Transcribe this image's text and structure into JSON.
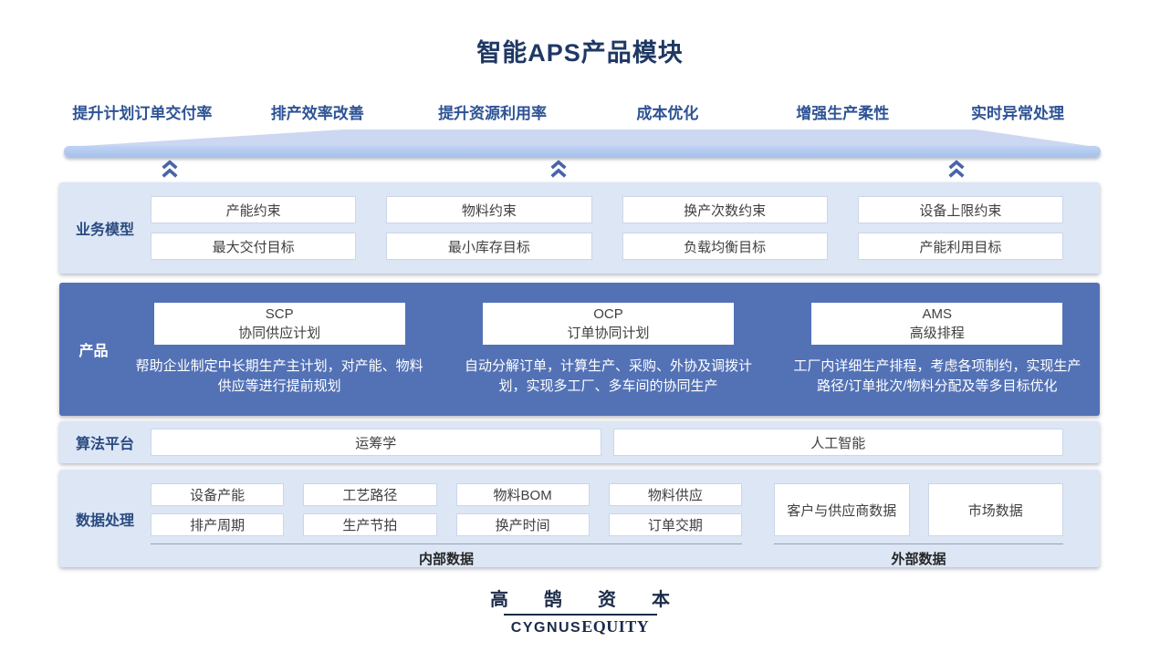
{
  "title": "智能APS产品模块",
  "goals": [
    "提升计划订单交付率",
    "排产效率改善",
    "提升资源利用率",
    "成本优化",
    "增强生产柔性",
    "实时异常处理"
  ],
  "sections": {
    "business_model": {
      "label": "业务模型",
      "row1": [
        "产能约束",
        "物料约束",
        "换产次数约束",
        "设备上限约束"
      ],
      "row2": [
        "最大交付目标",
        "最小库存目标",
        "负载均衡目标",
        "产能利用目标"
      ]
    },
    "products": {
      "label": "产品",
      "items": [
        {
          "code": "SCP",
          "name": "协同供应计划",
          "description": "帮助企业制定中长期生产主计划，对产能、物料供应等进行提前规划"
        },
        {
          "code": "OCP",
          "name": "订单协同计划",
          "description": "自动分解订单，计算生产、采购、外协及调拨计划，实现多工厂、多车间的协同生产"
        },
        {
          "code": "AMS",
          "name": "高级排程",
          "description": "工厂内详细生产排程，考虑各项制约，实现生产路径/订单批次/物料分配及等多目标优化"
        }
      ]
    },
    "algorithm": {
      "label": "算法平台",
      "boxes": [
        "运筹学",
        "人工智能"
      ]
    },
    "data_processing": {
      "label": "数据处理",
      "internal": {
        "row1": [
          "设备产能",
          "工艺路径",
          "物料BOM",
          "物料供应"
        ],
        "row2": [
          "排产周期",
          "生产节拍",
          "换产时间",
          "订单交期"
        ],
        "caption": "内部数据"
      },
      "external": {
        "boxes": [
          "客户与供应商数据",
          "市场数据"
        ],
        "caption": "外部数据"
      }
    }
  },
  "footer": {
    "logo_cn": "高 鹄 资 本",
    "logo_en_1": "CYGNUS",
    "logo_en_2": "EQUITY"
  },
  "icons": [
    "double-chevron-up-icon"
  ],
  "colors": {
    "title_navy": "#1f3864",
    "goal_blue": "#2e5395",
    "ribbon_light": "#ccd8f2",
    "ribbon_bar": "#a6c1ed",
    "chevron_blue": "#4a63a9",
    "section_light": "#dce6f5",
    "section_product_blue": "#5372b6",
    "box_border": "#ccd6e8",
    "box_text": "#404040",
    "logo_navy": "#1c2b4a"
  }
}
